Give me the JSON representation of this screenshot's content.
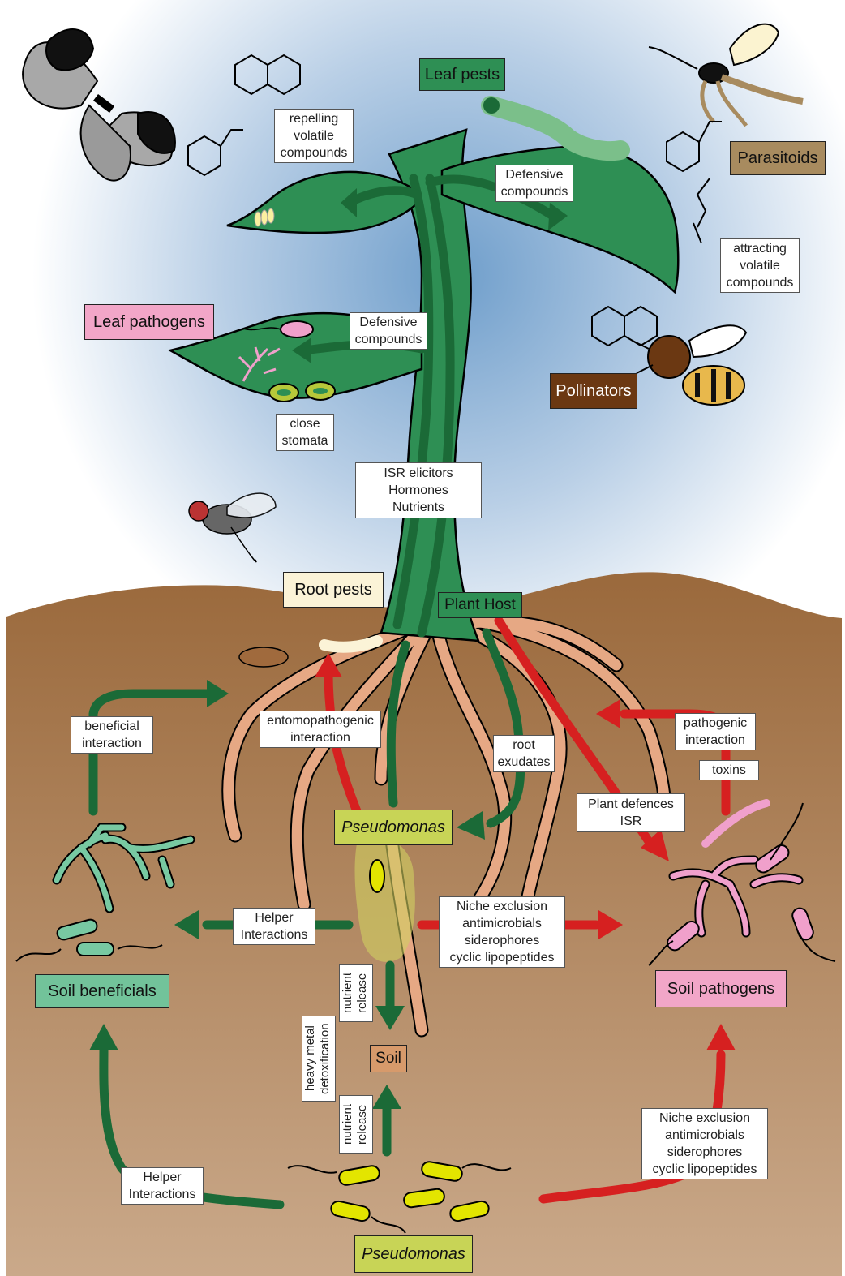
{
  "labels": {
    "leaf_pests": "Leaf pests",
    "parasitoids": "Parasitoids",
    "leaf_pathogens": "Leaf pathogens",
    "pollinators": "Pollinators",
    "root_pests": "Root pests",
    "plant_host": "Plant Host",
    "pseudomonas_root": "Pseudomonas",
    "pseudomonas_soil": "Pseudomonas",
    "soil": "Soil",
    "soil_beneficials": "Soil beneficials",
    "soil_pathogens": "Soil pathogens"
  },
  "notes": {
    "repelling": "repelling\nvolatile\ncompounds",
    "defensive_upper": "Defensive\ncompounds",
    "defensive_lower": "Defensive\ncompounds",
    "attracting": "attracting\nvolatile\ncompounds",
    "close_stomata": "close\nstomata",
    "isr": "ISR elicitors\nHormones\nNutrients",
    "entomopathogenic": "entomopathogenic\ninteraction",
    "beneficial": "beneficial\ninteraction",
    "pathogenic": "pathogenic\ninteraction",
    "toxins": "toxins",
    "root_exudates": "root\nexudates",
    "plant_defences": "Plant defences\nISR",
    "helper_upper": "Helper\nInteractions",
    "niche_upper": "Niche exclusion\nantimicrobials\nsiderophores\ncyclic lipopeptides",
    "helper_lower": "Helper\nInteractions",
    "niche_lower": "Niche exclusion\nantimicrobials\nsiderophores\ncyclic lipopeptides",
    "nutrient_release_upper": "nutrient\nrelease",
    "nutrient_release_lower": "nutrient\nrelease",
    "heavy_metal": "heavy metal\ndetoxification"
  },
  "colors": {
    "sky_center": "#6f9ecb",
    "soil_top": "#9b6a3d",
    "soil_bottom": "#c8a887",
    "plant_green": "#2e8f54",
    "dark_green_arrow": "#1b6a37",
    "red_arrow": "#d62020",
    "root_tan": "#e6a884",
    "pseudomonas_yellow": "#e3e500",
    "pseudomonas_tag": "#c8d456",
    "leaf_pests_tag": "#2e8f54",
    "parasitoids_tag": "#a88b5f",
    "leaf_pathogens_tag": "#f2a6c8",
    "pollinators_tag": "#6b3812",
    "root_pests_tag": "#fbf3d7",
    "soil_tag": "#d79a6b",
    "soil_beneficials_tag": "#72c39a",
    "soil_pathogens_tag": "#f2a6c8",
    "beneficial_microbe": "#78c9a2",
    "pathogen_microbe": "#f0a0cb"
  }
}
